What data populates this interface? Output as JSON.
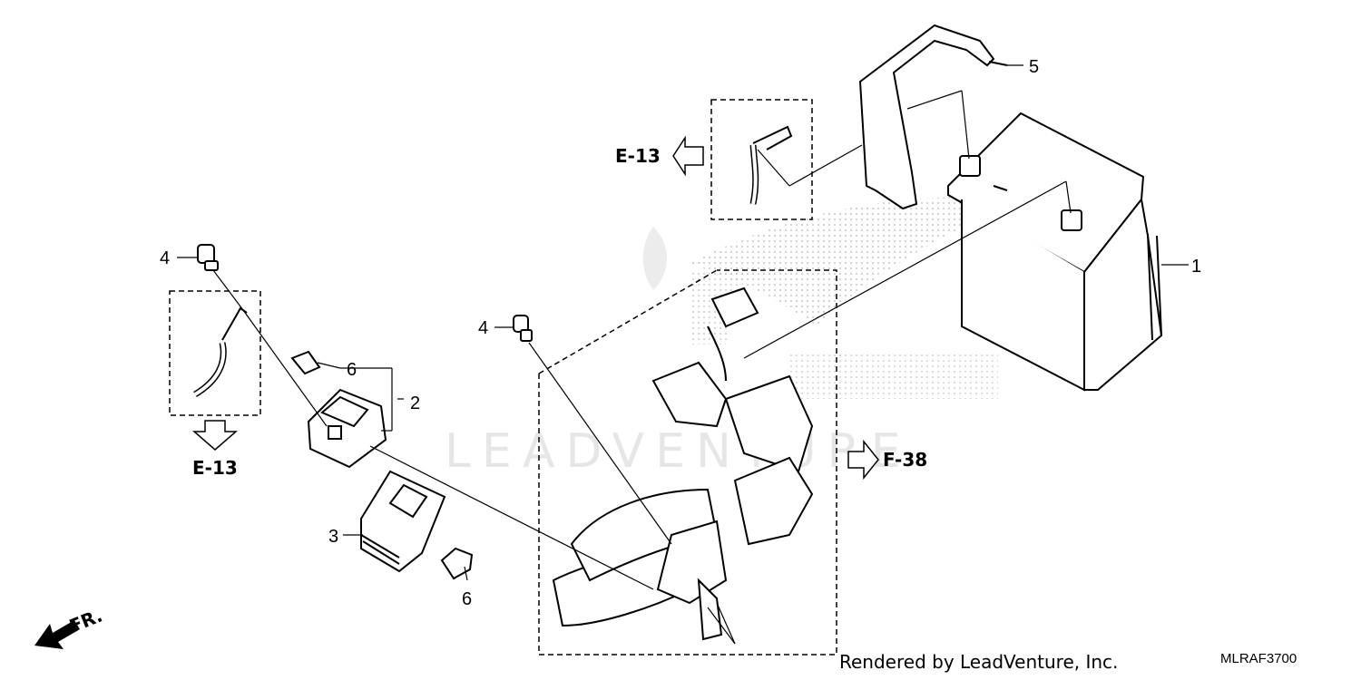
{
  "callouts": {
    "c1": "1",
    "c2": "2",
    "c3": "3",
    "c4a": "4",
    "c4b": "4",
    "c5": "5",
    "c6a": "6",
    "c6b": "6"
  },
  "refs": {
    "e13_top": "E-13",
    "e13_left": "E-13",
    "f38": "F-38",
    "fr": "FR."
  },
  "watermark": "LEADVENTURE",
  "footer": {
    "render_credit": "Rendered by LeadVenture, Inc.",
    "diagram_code": "MLRAF3700"
  },
  "colors": {
    "line": "#000000",
    "watermark": "#e6e6e6",
    "dots": "#bdbdbd"
  }
}
